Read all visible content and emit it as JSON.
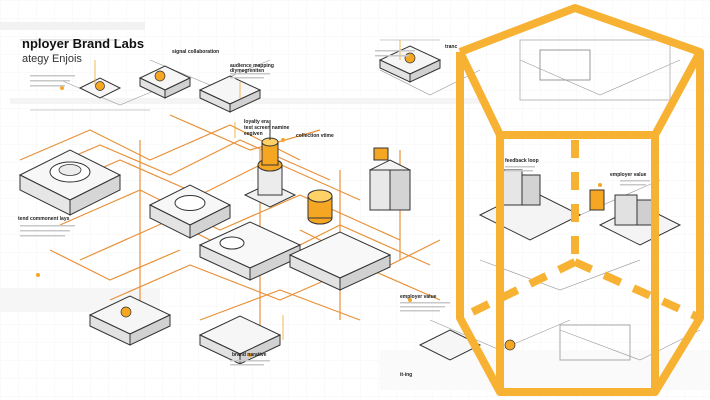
{
  "header": {
    "title": "nployer Brand Labs",
    "subtitle": "ategy Enjois"
  },
  "labels": {
    "signal_collaboration": "signal collaboration",
    "audience_mapping": "audience mapping",
    "audience_mapping_2": "diymegreniten",
    "loyalty_line1": "loyalty era",
    "loyalty_line2": "test screen namine",
    "loyalty_line3": "eegiven",
    "collection_vtime": "collection vtime",
    "trend_component": "tend commonent lays",
    "feedback_loop": "feedback loop",
    "employer_value_top": "employer value",
    "employer_value_bottom": "employer value",
    "brand_narrative": "brand narative",
    "bottom_tag": "it-ing",
    "top_right_tag": "tranc"
  },
  "colors": {
    "accent": "#f5a623",
    "accent_dark": "#e8951a",
    "line": "#555555",
    "orange_wire": "#e8913a"
  },
  "overlay": {
    "shape": "hexagonal-prism-outline",
    "stroke_color": "#f7b233"
  }
}
